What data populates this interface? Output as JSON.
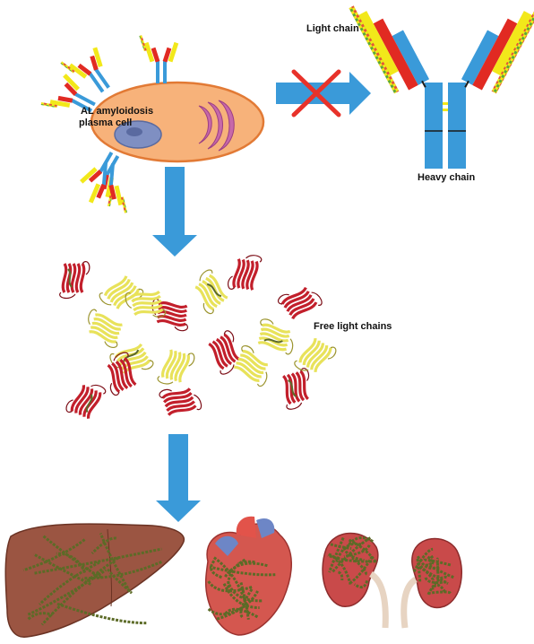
{
  "labels": {
    "cell_line1": "AL amyloidosis",
    "cell_line2": "plasma cell",
    "light_chain": "Light chain",
    "heavy_chain": "Heavy chain",
    "free_light_chains": "Free light chains"
  },
  "colors": {
    "arrow_blue": "#3a9ad9",
    "heavy_chain_blue": "#3a9ad9",
    "light_chain_red": "#e12a22",
    "light_chain_yellow": "#f2e81a",
    "cross_red": "#e8322a",
    "cell_body": "#f7b27a",
    "cell_edge": "#e27a35",
    "nucleus": "#7f8fc2",
    "golgi": "#c768a9",
    "protein_red": "#c21f2b",
    "protein_yellow": "#e8e25a",
    "protein_green": "#5d6a2a",
    "liver": "#9b5542",
    "heart": "#d4574f",
    "kidney": "#c94a4a",
    "amyloid_green": "#5c6b27"
  }
}
